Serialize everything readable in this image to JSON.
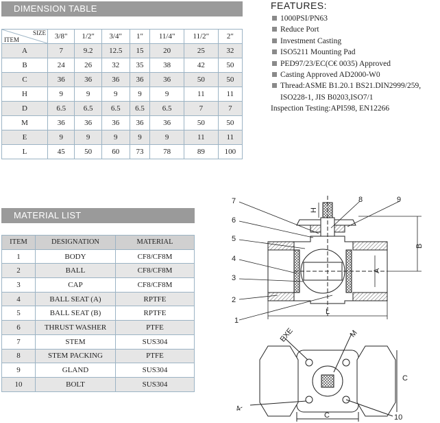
{
  "dimension_table": {
    "header": "DIMENSION TABLE",
    "corner_size": "SIZE",
    "corner_item": "ITEM",
    "sizes": [
      "3/8\"",
      "1/2\"",
      "3/4\"",
      "1\"",
      "11/4\"",
      "11/2\"",
      "2\""
    ],
    "rows": [
      {
        "item": "A",
        "values": [
          "7",
          "9.2",
          "12.5",
          "15",
          "20",
          "25",
          "32"
        ]
      },
      {
        "item": "B",
        "values": [
          "24",
          "26",
          "32",
          "35",
          "38",
          "42",
          "50"
        ]
      },
      {
        "item": "C",
        "values": [
          "36",
          "36",
          "36",
          "36",
          "36",
          "50",
          "50"
        ]
      },
      {
        "item": "H",
        "values": [
          "9",
          "9",
          "9",
          "9",
          "9",
          "11",
          "11"
        ]
      },
      {
        "item": "D",
        "values": [
          "6.5",
          "6.5",
          "6.5",
          "6.5",
          "6.5",
          "7",
          "7"
        ]
      },
      {
        "item": "M",
        "values": [
          "36",
          "36",
          "36",
          "36",
          "36",
          "50",
          "50"
        ]
      },
      {
        "item": "E",
        "values": [
          "9",
          "9",
          "9",
          "9",
          "9",
          "11",
          "11"
        ]
      },
      {
        "item": "L",
        "values": [
          "45",
          "50",
          "60",
          "73",
          "78",
          "89",
          "100"
        ]
      }
    ]
  },
  "features": {
    "title": "FEATURES:",
    "items": [
      "1000PSI/PN63",
      "Reduce Port",
      "Investment Casting",
      "ISO5211 Mounting Pad",
      "PED97/23/EC(C€ 0035) Approved",
      "Casting Approved AD2000-W0",
      "Thread:ASME B1.20.1 BS21.DIN2999/259,"
    ],
    "thread_continuation": "ISO228-1, JIS B0203,ISO7/1",
    "inspection": "Inspection Testing:API598, EN12266"
  },
  "material_list": {
    "header": "MATERIAL LIST",
    "columns": [
      "ITEM",
      "DESIGNATION",
      "MATERIAL"
    ],
    "rows": [
      {
        "item": "1",
        "designation": "BODY",
        "material": "CF8/CF8M"
      },
      {
        "item": "2",
        "designation": "BALL",
        "material": "CF8/CF8M"
      },
      {
        "item": "3",
        "designation": "CAP",
        "material": "CF8/CF8M"
      },
      {
        "item": "4",
        "designation": "BALL SEAT (A)",
        "material": "RPTFE"
      },
      {
        "item": "5",
        "designation": "BALL SEAT (B)",
        "material": "RPTFE"
      },
      {
        "item": "6",
        "designation": "THRUST WASHER",
        "material": "PTFE"
      },
      {
        "item": "7",
        "designation": "STEM",
        "material": "SUS304"
      },
      {
        "item": "8",
        "designation": "STEM PACKING",
        "material": "PTFE"
      },
      {
        "item": "9",
        "designation": "GLAND",
        "material": "SUS304"
      },
      {
        "item": "10",
        "designation": "BOLT",
        "material": "SUS304"
      }
    ]
  },
  "diagram": {
    "callouts": [
      "7",
      "8",
      "9",
      "6",
      "5",
      "4",
      "3",
      "2",
      "1",
      "10"
    ],
    "dim_h": "H",
    "dim_b": "B",
    "dim_a": "A",
    "dim_l": "L",
    "dim_exe": "EXE",
    "dim_m": "M",
    "dim_c_right": "C",
    "dim_c_bottom": "C",
    "dim_4d": "4-"
  }
}
